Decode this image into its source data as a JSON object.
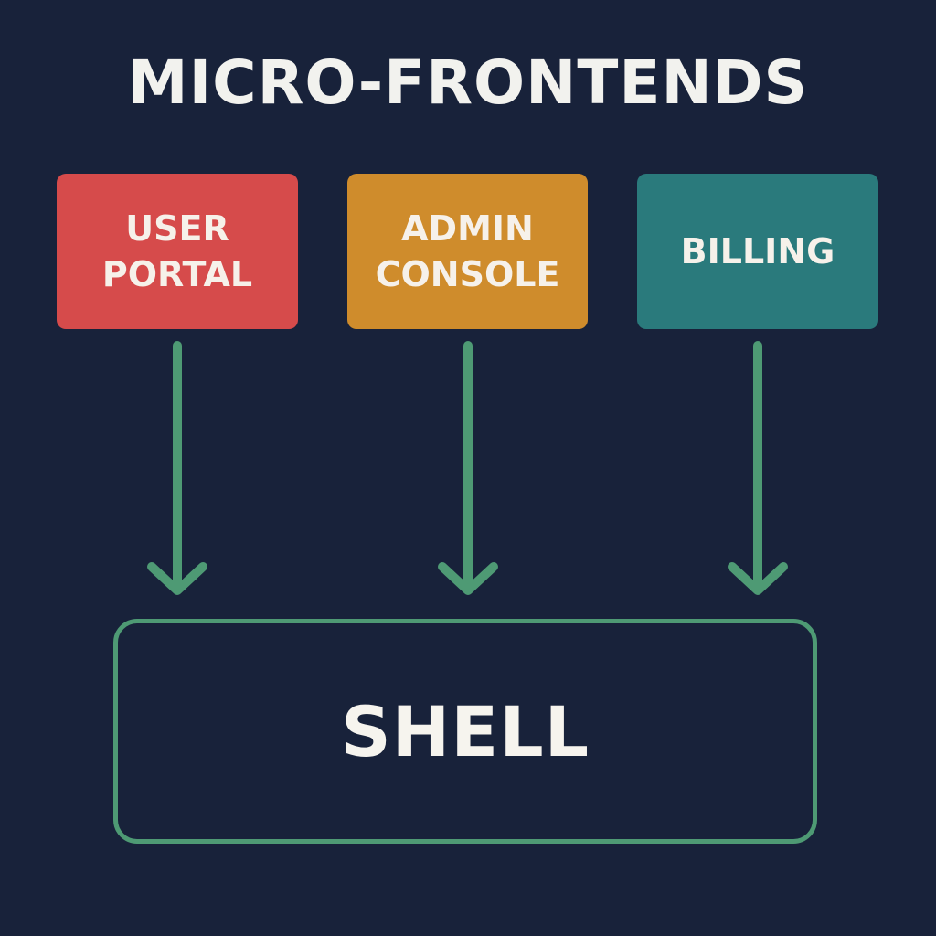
{
  "title": "MICRO-FRONTENDS",
  "micro_frontends": [
    {
      "label": "USER\nPORTAL",
      "color": "#d64b4b"
    },
    {
      "label": "ADMIN\nCONSOLE",
      "color": "#cf8c2c"
    },
    {
      "label": "BILLING",
      "color": "#2a7a7c"
    }
  ],
  "shell": {
    "label": "SHELL",
    "border_color": "#4e9a74"
  },
  "arrow_color": "#4e9a74",
  "background_color": "#18223a"
}
